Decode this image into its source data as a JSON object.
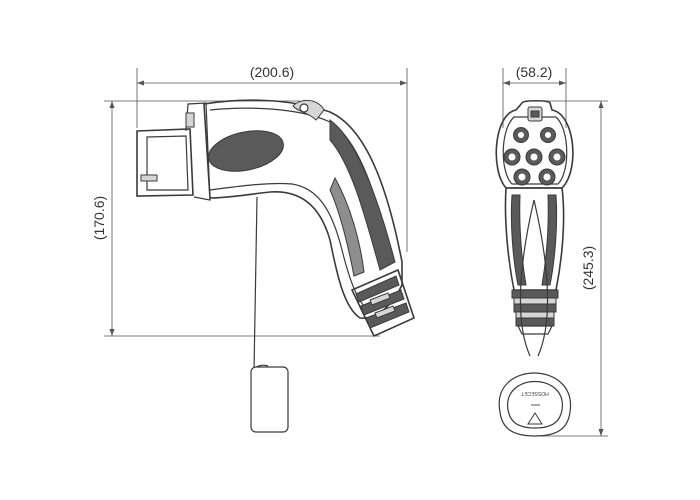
{
  "dimensions": {
    "side_width": "(200.6)",
    "side_height": "(170.6)",
    "front_width": "(58.2)",
    "front_height": "(245.3)"
  },
  "plate_text": "HOSSECET"
}
